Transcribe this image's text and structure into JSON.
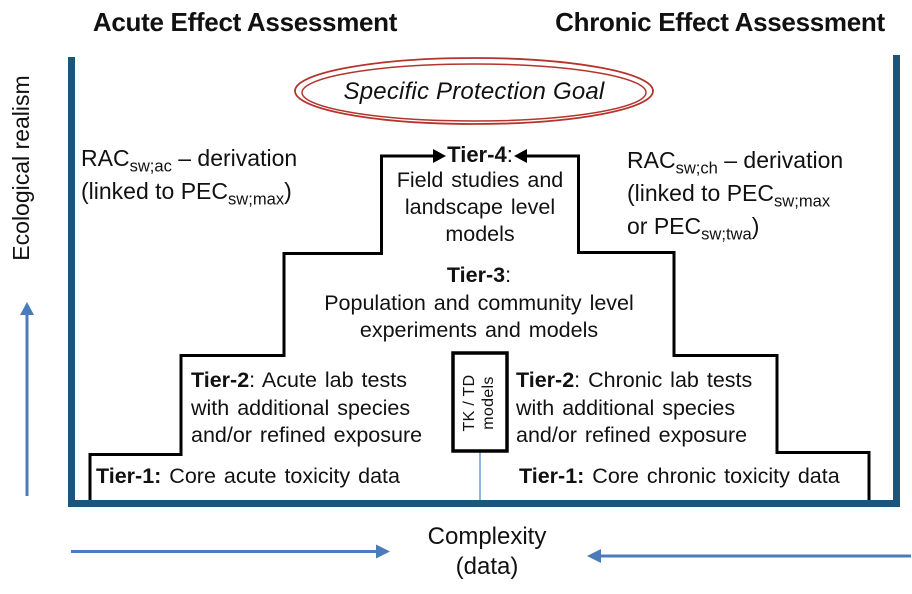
{
  "titles": {
    "acute": "Acute Effect Assessment",
    "chronic": "Chronic Effect Assessment"
  },
  "y_axis": {
    "label": "Ecological realism"
  },
  "x_axis": {
    "label_line1": "Complexity",
    "label_line2": "(data)"
  },
  "protection_goal": {
    "label": "Specific Protection Goal"
  },
  "rac_left": {
    "name": "RAC",
    "name_sub": "sw;ac",
    "dash_text": " – derivation",
    "line2_pre": "(linked to PEC",
    "line2_sub": "sw;max",
    "line2_post": ")"
  },
  "rac_right": {
    "name": "RAC",
    "name_sub": "sw;ch",
    "dash_text": " – derivation",
    "line2_pre": "(linked to PEC",
    "line2_sub": "sw;max",
    "line3_pre": "or PEC",
    "line3_sub": "sw;twa",
    "line3_post": ")"
  },
  "tiers": {
    "tier4": {
      "label": "Tier-4",
      "colon": ":",
      "lines": [
        "Field studies and",
        "landscape level",
        "models"
      ]
    },
    "tier3": {
      "label": "Tier-3",
      "colon": ":",
      "lines": [
        "Population and community level",
        "experiments and models"
      ]
    },
    "tier2_left": {
      "label": "Tier-2",
      "rest": ": Acute lab tests",
      "lines": [
        "with additional species",
        "and/or refined exposure"
      ]
    },
    "tier2_right": {
      "label": "Tier-2",
      "rest": ": Chronic lab tests",
      "lines": [
        "with additional species",
        "and/or refined exposure"
      ]
    },
    "tier1_left": {
      "label": "Tier-1:",
      "rest": " Core acute toxicity data"
    },
    "tier1_right": {
      "label": "Tier-1:",
      "rest": " Core chronic toxicity data"
    },
    "tk_td": {
      "line1": "TK / TD",
      "line2": "models"
    }
  },
  "colors": {
    "frame_blue": "#1a567c",
    "arrow_blue": "#4a7cba",
    "connector_blue": "#8fb4d9",
    "ellipse_red": "#b5342d",
    "line_black": "#000000"
  }
}
